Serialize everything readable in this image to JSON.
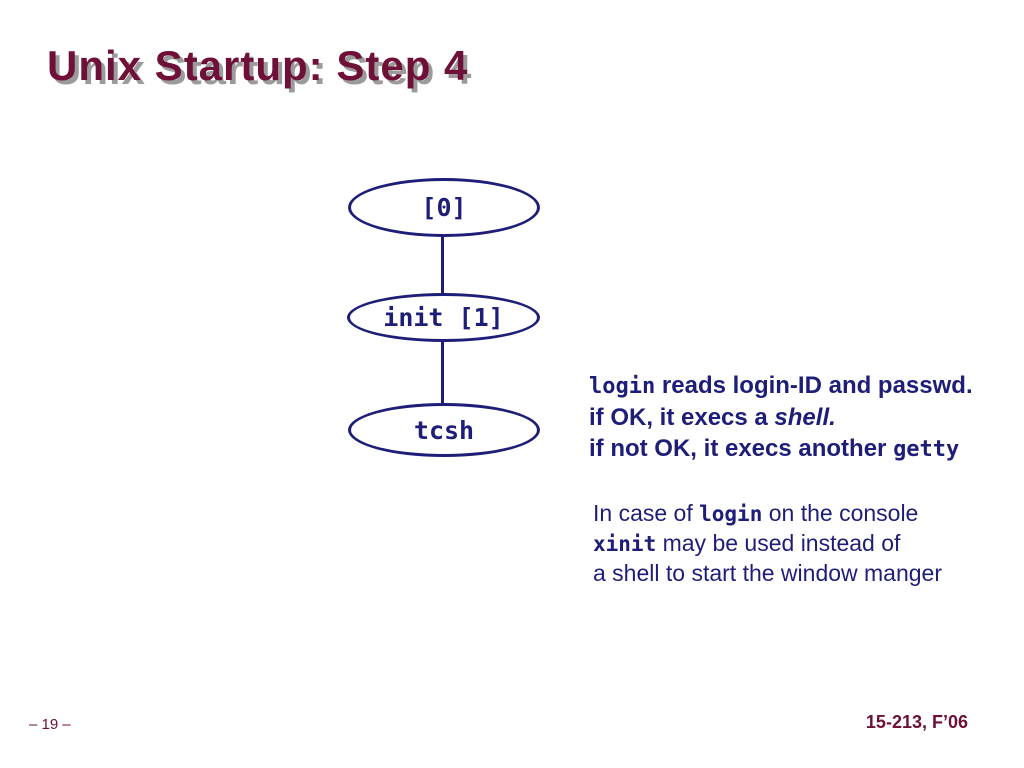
{
  "colors": {
    "maroon": "#6E1037",
    "navy": "#1E1E78",
    "shadow_gray": "#9B9B9B",
    "background": "#FFFFFF"
  },
  "slide": {
    "title": "Unix Startup: Step 4",
    "footer": {
      "page": "– 19 –",
      "course": "15-213, F’06"
    }
  },
  "diagram": {
    "type": "process-tree",
    "nodes": [
      {
        "id": "pid0",
        "label": "[0]"
      },
      {
        "id": "init",
        "label": "init [1]"
      },
      {
        "id": "tcsh",
        "label": "tcsh"
      }
    ],
    "edges": [
      {
        "from": "pid0",
        "to": "init"
      },
      {
        "from": "init",
        "to": "tcsh"
      }
    ]
  },
  "notes": {
    "login_block": {
      "l1_code": "login",
      "l1_text": " reads login-ID and passwd.",
      "l2_text": "if OK, it execs a ",
      "l2_italic": "shell.",
      "l3_text": "if not OK, it execs another ",
      "l3_code": "getty"
    },
    "console_block": {
      "l1_pre": "In case of ",
      "l1_code": "login",
      "l1_post": " on the console",
      "l2_code": "xinit",
      "l2_post": " may be used instead of",
      "l3_text": "a shell to start the window manger"
    }
  }
}
